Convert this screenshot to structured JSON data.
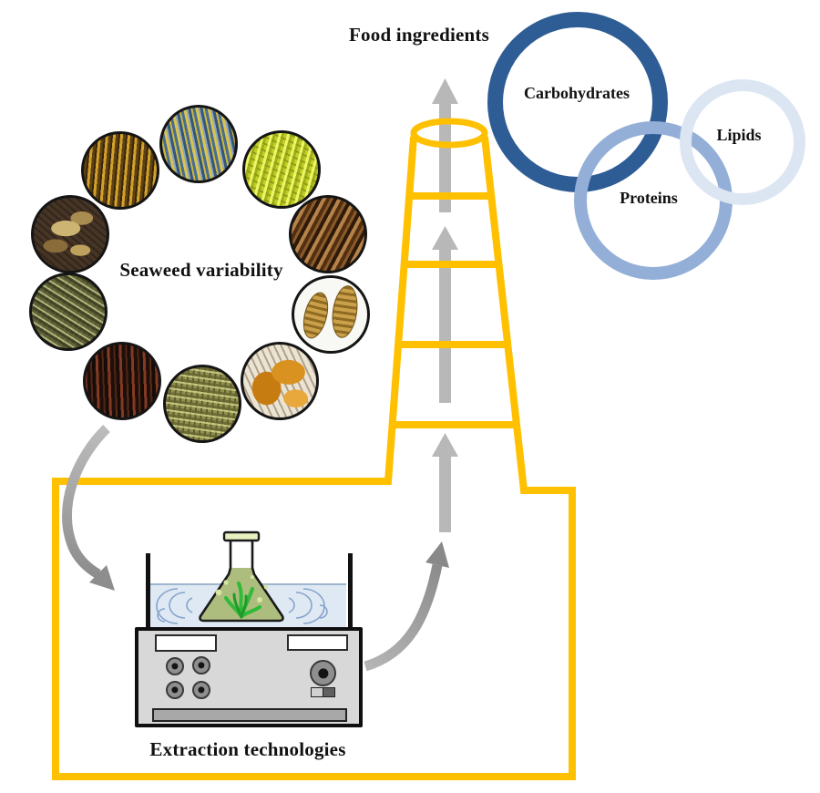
{
  "titles": {
    "food_ingredients": "Food ingredients",
    "seaweed_variability": "Seaweed variability",
    "extraction_technologies": "Extraction technologies"
  },
  "food_ingredients": {
    "rings": [
      {
        "label": "Carbohydrates",
        "color": "#2E5C94",
        "size": "large"
      },
      {
        "label": "Proteins",
        "color": "#94AFD7",
        "size": "medium"
      },
      {
        "label": "Lipids",
        "color": "#DCE6F3",
        "size": "small"
      }
    ]
  },
  "seaweed_ring": {
    "items": [
      {
        "name": "rockweed-mottled-seaweed"
      },
      {
        "name": "eelgrass-strand-seaweed"
      },
      {
        "name": "branched-yellow-green-seaweed"
      },
      {
        "name": "brown-kelp-blade-seaweed"
      },
      {
        "name": "brown-pod-seaweed"
      },
      {
        "name": "orange-kelp-frond-seaweed"
      },
      {
        "name": "knotted-wrack-olive-seaweed"
      },
      {
        "name": "dark-red-seaweed"
      },
      {
        "name": "branched-olive-seaweed"
      },
      {
        "name": "fucus-brown-seaweed"
      }
    ]
  },
  "extraction": {
    "device": "ultrasonic-bath-with-erlenmeyer-flask"
  },
  "colors": {
    "factory_yellow": "#FFC000",
    "straight_arrow_gray": "#B8B8B8",
    "curved_arrow_gray_light": "#BCBCBC",
    "curved_arrow_gray_dark": "#8D8D8D",
    "carbohydrates_ring": "#2E5C94",
    "proteins_ring": "#94AFD7",
    "lipids_ring": "#DCE6F3",
    "flask_liquid_green": "#ADBD7D",
    "bath_water_blue": "#DFE9F4",
    "device_body_gray": "#D8D8D8"
  }
}
